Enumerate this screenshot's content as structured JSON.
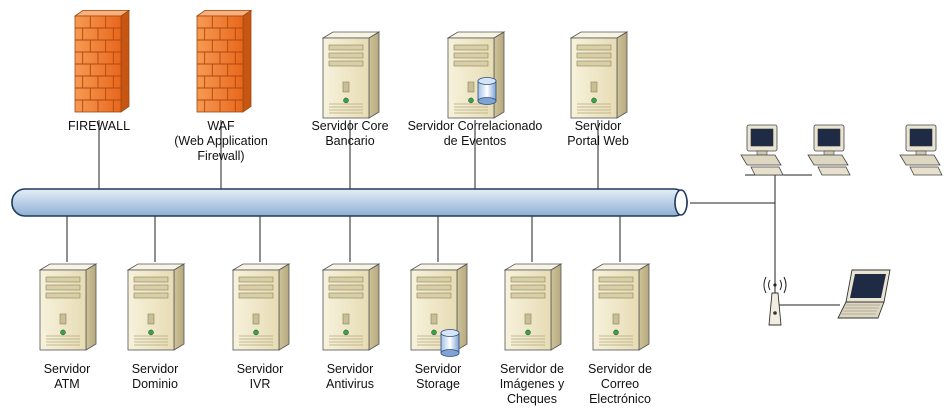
{
  "top_nodes": [
    {
      "id": "firewall",
      "label_lines": [
        "FIREWALL"
      ],
      "icon": "firewall-icon"
    },
    {
      "id": "waf",
      "label_lines": [
        "WAF",
        "(Web Application",
        "Firewall)"
      ],
      "icon": "firewall-icon"
    },
    {
      "id": "core",
      "label_lines": [
        "Servidor Core",
        "Bancario"
      ],
      "icon": "server-icon"
    },
    {
      "id": "correlacionado",
      "label_lines": [
        "Servidor Correlacionado",
        "de Eventos"
      ],
      "icon": "database-server-icon"
    },
    {
      "id": "portal",
      "label_lines": [
        "Servidor",
        "Portal Web"
      ],
      "icon": "server-icon"
    }
  ],
  "bottom_nodes": [
    {
      "id": "atm",
      "label_lines": [
        "Servidor",
        "ATM"
      ],
      "icon": "server-icon"
    },
    {
      "id": "dominio",
      "label_lines": [
        "Servidor",
        "Dominio"
      ],
      "icon": "server-icon"
    },
    {
      "id": "ivr",
      "label_lines": [
        "Servidor",
        "IVR"
      ],
      "icon": "server-icon"
    },
    {
      "id": "antivirus",
      "label_lines": [
        "Servidor",
        "Antivirus"
      ],
      "icon": "server-icon"
    },
    {
      "id": "storage",
      "label_lines": [
        "Servidor",
        "Storage"
      ],
      "icon": "database-server-icon"
    },
    {
      "id": "imagenes",
      "label_lines": [
        "Servidor de",
        "Imágenes y",
        "Cheques"
      ],
      "icon": "server-icon"
    },
    {
      "id": "correo",
      "label_lines": [
        "Servidor de",
        "Correo",
        "Electrónico"
      ],
      "icon": "server-icon"
    }
  ],
  "clients": [
    {
      "id": "pc1",
      "icon": "desktop-computer-icon"
    },
    {
      "id": "pc2",
      "icon": "desktop-computer-icon"
    },
    {
      "id": "pc3",
      "icon": "desktop-computer-icon"
    },
    {
      "id": "ap",
      "icon": "wireless-access-point-icon"
    },
    {
      "id": "laptop",
      "icon": "laptop-icon"
    }
  ],
  "colors": {
    "backbone_fill": "#c6d9ee",
    "backbone_stroke": "#1f3a5c",
    "firewall": "#f47c30",
    "server_body": "#f3eccd",
    "line": "#222222"
  }
}
